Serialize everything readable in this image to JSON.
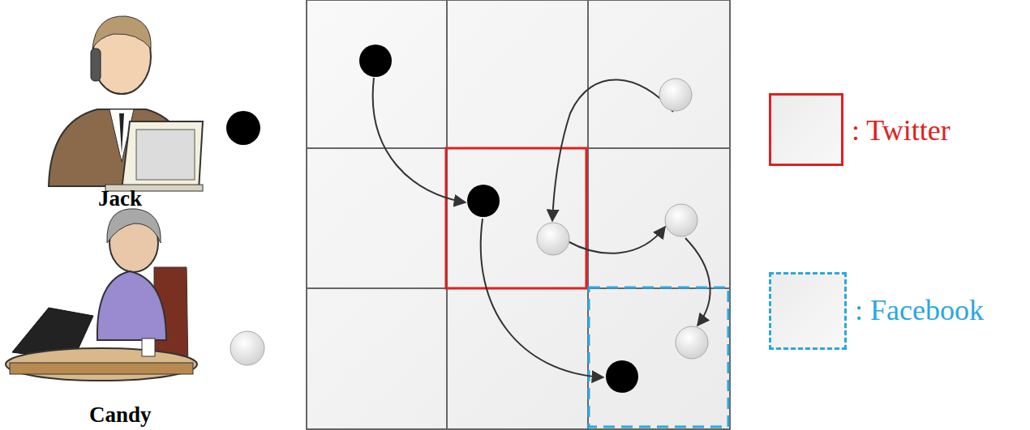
{
  "diagram": {
    "labels": [
      "Jack",
      "Candy"
    ],
    "legend": [
      {
        "text": ": Twitter"
      },
      {
        "text": ": Facebook"
      }
    ]
  }
}
